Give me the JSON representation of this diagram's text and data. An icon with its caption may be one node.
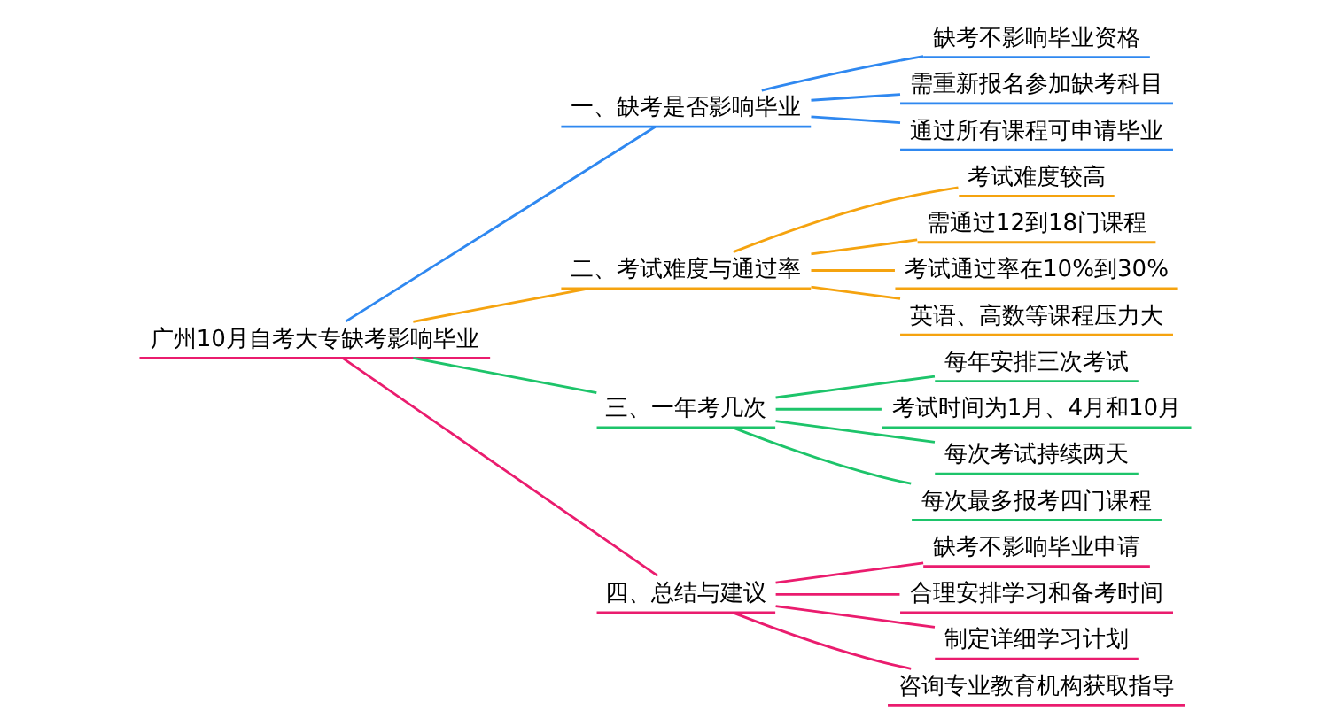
{
  "diagram": {
    "nodes": [
      {
        "text": [
          "广州10月自考大专缺考影响毕业"
        ]
      },
      {
        "text": [
          "一、缺考是否影响毕业"
        ]
      },
      {
        "text": [
          "缺考不影响毕业资格"
        ]
      },
      {
        "text": [
          "需重新报名参加缺考科目"
        ]
      },
      {
        "text": [
          "通过所有课程可申请毕业"
        ]
      },
      {
        "text": [
          "二、考试难度与通过率"
        ]
      },
      {
        "text": [
          "考试难度较高"
        ]
      },
      {
        "text": [
          "需通过12到18门课程"
        ]
      },
      {
        "text": [
          "考试通过率在10%到30%"
        ]
      },
      {
        "text": [
          "英语、高数等课程压力大"
        ]
      },
      {
        "text": [
          "三、一年考几次"
        ]
      },
      {
        "text": [
          "每年安排三次考试"
        ]
      },
      {
        "text": [
          "考试时间为1月、4月和10月"
        ]
      },
      {
        "text": [
          "每次考试持续两天"
        ]
      },
      {
        "text": [
          "每次最多报考四门课程"
        ]
      },
      {
        "text": [
          "四、总结与建议"
        ]
      },
      {
        "text": [
          "缺考不影响毕业申请"
        ]
      },
      {
        "text": [
          "合理安排学习和备考时间"
        ]
      },
      {
        "text": [
          "制定详细学习计划"
        ]
      },
      {
        "text": [
          "咨询专业教育机构获取指导"
        ]
      }
    ],
    "edges": [
      {
        "from": 0,
        "to": 1,
        "arrow": "none",
        "color": "#2f88f0"
      },
      {
        "from": 1,
        "to": 2,
        "arrow": "none",
        "color": "#2f88f0"
      },
      {
        "from": 1,
        "to": 3,
        "arrow": "none",
        "color": "#2f88f0"
      },
      {
        "from": 1,
        "to": 4,
        "arrow": "none",
        "color": "#2f88f0"
      },
      {
        "from": 0,
        "to": 5,
        "arrow": "none",
        "color": "#f5a30f"
      },
      {
        "from": 5,
        "to": 6,
        "arrow": "none",
        "color": "#f5a30f"
      },
      {
        "from": 5,
        "to": 7,
        "arrow": "none",
        "color": "#f5a30f"
      },
      {
        "from": 5,
        "to": 8,
        "arrow": "none",
        "color": "#f5a30f"
      },
      {
        "from": 5,
        "to": 9,
        "arrow": "none",
        "color": "#f5a30f"
      },
      {
        "from": 0,
        "to": 10,
        "arrow": "none",
        "color": "#1dc46a"
      },
      {
        "from": 10,
        "to": 11,
        "arrow": "none",
        "color": "#1dc46a"
      },
      {
        "from": 10,
        "to": 12,
        "arrow": "none",
        "color": "#1dc46a"
      },
      {
        "from": 10,
        "to": 13,
        "arrow": "none",
        "color": "#1dc46a"
      },
      {
        "from": 10,
        "to": 14,
        "arrow": "none",
        "color": "#1dc46a"
      },
      {
        "from": 0,
        "to": 15,
        "arrow": "none",
        "color": "#ea1c6e"
      },
      {
        "from": 15,
        "to": 16,
        "arrow": "none",
        "color": "#ea1c6e"
      },
      {
        "from": 15,
        "to": 17,
        "arrow": "none",
        "color": "#ea1c6e"
      },
      {
        "from": 15,
        "to": 18,
        "arrow": "none",
        "color": "#ea1c6e"
      },
      {
        "from": 15,
        "to": 19,
        "arrow": "none",
        "color": "#ea1c6e"
      }
    ]
  }
}
